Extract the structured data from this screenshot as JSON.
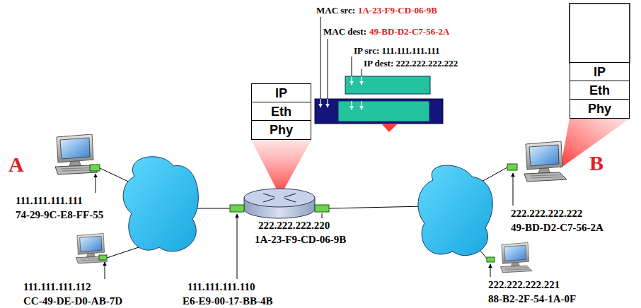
{
  "diagram": {
    "nodes": [
      {
        "text": [
          "IP"
        ]
      },
      {
        "text": [
          "Eth"
        ]
      },
      {
        "text": [
          "Phy"
        ]
      },
      {
        "text": [
          "IP"
        ]
      },
      {
        "text": [
          "Eth"
        ]
      },
      {
        "text": [
          "Phy"
        ]
      }
    ],
    "labels": [
      "MAC src:",
      "1A-23-F9-CD-06-9B",
      "MAC dest:",
      "49-BD-D2-C7-56-2A",
      "IP src: 111.111.111.111",
      "IP dest: 222.222.222.222",
      "A",
      "111.111.111.111",
      "74-29-9C-E8-FF-55",
      "111.111.111.112",
      "CC-49-DE-D0-AB-7D",
      "222.222.222.220",
      "1A-23-F9-CD-06-9B",
      "111.111.111.110",
      "E6-E9-00-17-BB-4B",
      "B",
      "222.222.222.222",
      "49-BD-D2-C7-56-2A",
      "222.222.222.221",
      "88-B2-2F-54-1A-0F"
    ]
  }
}
